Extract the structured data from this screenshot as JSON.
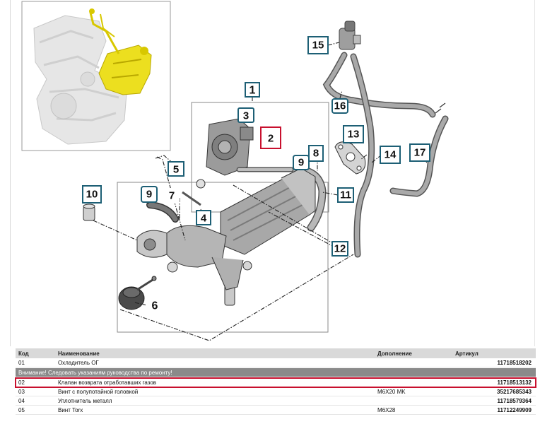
{
  "callouts": {
    "c1": "1",
    "c2": "2",
    "c3": "3",
    "c4": "4",
    "c5": "5",
    "c6": "6",
    "c7": "7",
    "c8": "8",
    "c9a": "9",
    "c9b": "9",
    "c10": "10",
    "c11": "11",
    "c12": "12",
    "c13": "13",
    "c14": "14",
    "c15": "15",
    "c16": "16",
    "c17": "17"
  },
  "table": {
    "headers": {
      "code": "Код",
      "name": "Наименование",
      "addition": "Дополнение",
      "article": "Артикул"
    },
    "rows": [
      {
        "code": "01",
        "name": "Охладитель ОГ",
        "addition": "",
        "article": "11718518202"
      },
      {
        "notice": "Внимание! Следовать указаниям руководства по ремонту!"
      },
      {
        "code": "02",
        "name": "Клапан возврата отработавших газов",
        "addition": "",
        "article": "11718513132"
      },
      {
        "code": "03",
        "name": "Винт с полупотайной головкой",
        "addition": "M6X20 MK",
        "article": "35217685343"
      },
      {
        "code": "04",
        "name": "Уплотнитель металл",
        "addition": "",
        "article": "11718579364"
      },
      {
        "code": "05",
        "name": "Винт Torx",
        "addition": "M6X28",
        "article": "11712249909"
      }
    ]
  },
  "colors": {
    "callout_border": "#1d5f75",
    "selected_highlight": "#c8102e",
    "engine_highlight": "#e8e000",
    "header_bg": "#d9d9d9",
    "notice_bg": "#8a8a8a"
  }
}
